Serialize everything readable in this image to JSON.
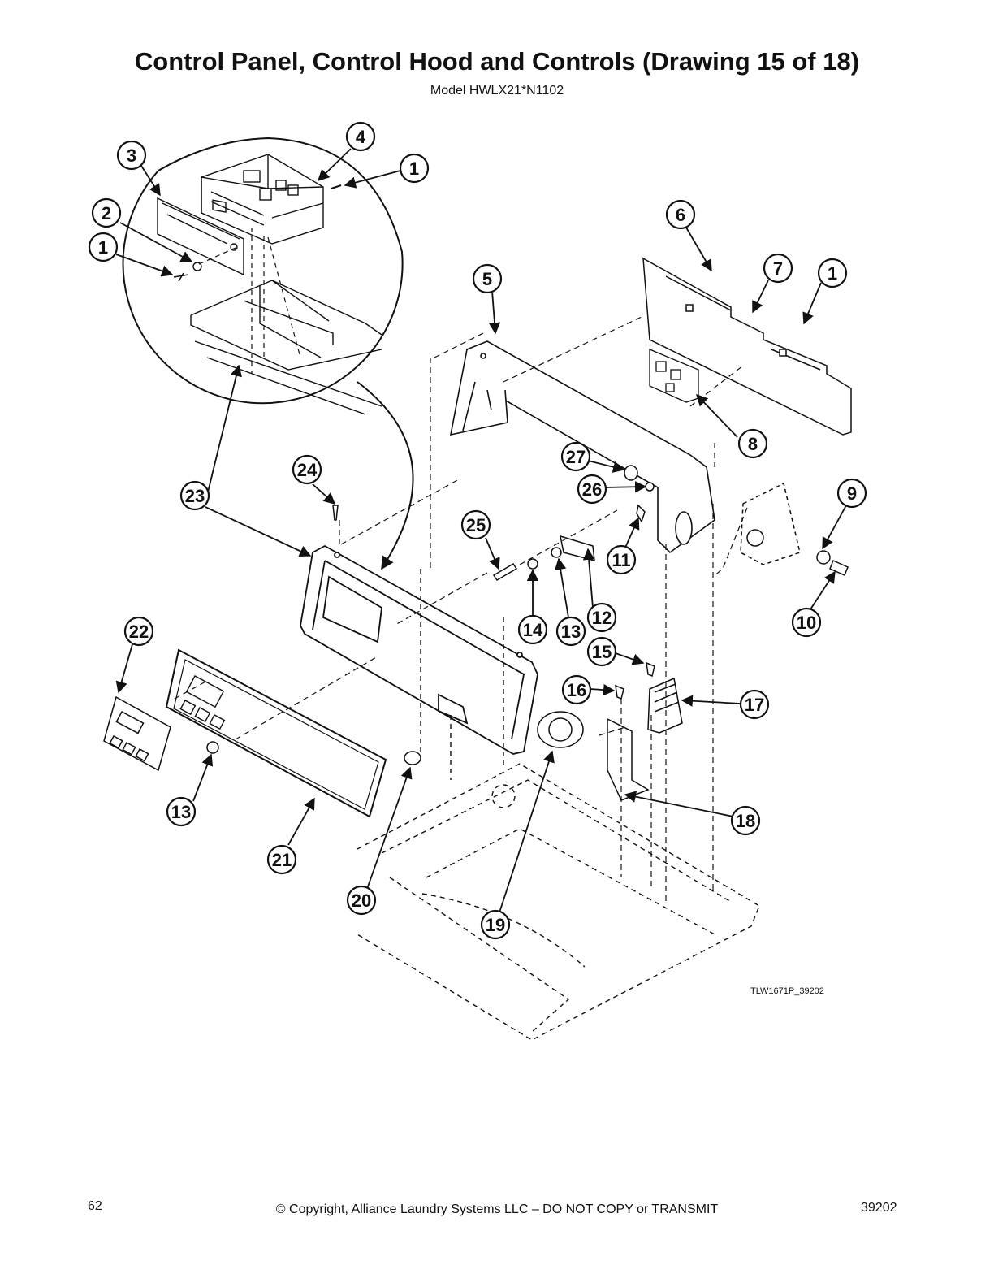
{
  "page": {
    "title": "Control Panel, Control Hood and Controls (Drawing 15 of 18)",
    "subtitle": "Model HWLX21*N1102",
    "figure_code": "TLW1671P_39202",
    "footer": {
      "page_number": "62",
      "copyright": "© Copyright, Alliance Laundry Systems LLC – DO NOT COPY or TRANSMIT",
      "doc_number": "39202"
    }
  },
  "callouts": [
    {
      "id": "c4",
      "label": "4"
    },
    {
      "id": "c3",
      "label": "3"
    },
    {
      "id": "c1a",
      "label": "1"
    },
    {
      "id": "c2",
      "label": "2"
    },
    {
      "id": "c1b",
      "label": "1"
    },
    {
      "id": "c6",
      "label": "6"
    },
    {
      "id": "c7",
      "label": "7"
    },
    {
      "id": "c1c",
      "label": "1"
    },
    {
      "id": "c5",
      "label": "5"
    },
    {
      "id": "c8",
      "label": "8"
    },
    {
      "id": "c27",
      "label": "27"
    },
    {
      "id": "c26",
      "label": "26"
    },
    {
      "id": "c24",
      "label": "24"
    },
    {
      "id": "c23",
      "label": "23"
    },
    {
      "id": "c9",
      "label": "9"
    },
    {
      "id": "c25",
      "label": "25"
    },
    {
      "id": "c11",
      "label": "11"
    },
    {
      "id": "c10",
      "label": "10"
    },
    {
      "id": "c12",
      "label": "12"
    },
    {
      "id": "c14",
      "label": "14"
    },
    {
      "id": "c13a",
      "label": "13"
    },
    {
      "id": "c22",
      "label": "22"
    },
    {
      "id": "c15",
      "label": "15"
    },
    {
      "id": "c16",
      "label": "16"
    },
    {
      "id": "c17",
      "label": "17"
    },
    {
      "id": "c13b",
      "label": "13"
    },
    {
      "id": "c18",
      "label": "18"
    },
    {
      "id": "c21",
      "label": "21"
    },
    {
      "id": "c20",
      "label": "20"
    },
    {
      "id": "c19",
      "label": "19"
    }
  ]
}
